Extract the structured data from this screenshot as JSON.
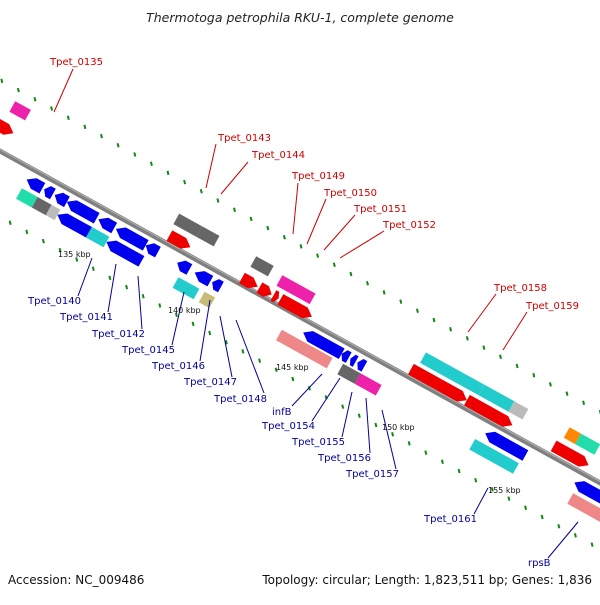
{
  "title": "Thermotoga petrophila RKU-1, complete genome",
  "footer": {
    "accession": "Accession: NC_009486",
    "summary": "Topology: circular; Length: 1,823,511 bp; Genes: 1,836"
  },
  "kbp_ticks": [
    "135 kbp",
    "140 kbp",
    "145 kbp",
    "150 kbp",
    "155 kbp"
  ],
  "upper_labels": [
    "Tpet_0135",
    "Tpet_0143",
    "Tpet_0144",
    "Tpet_0149",
    "Tpet_0150",
    "Tpet_0151",
    "Tpet_0152",
    "Tpet_0158",
    "Tpet_0159"
  ],
  "lower_labels": [
    "Tpet_0140",
    "Tpet_0141",
    "Tpet_0142",
    "Tpet_0145",
    "Tpet_0146",
    "Tpet_0147",
    "Tpet_0148",
    "infB",
    "Tpet_0154",
    "Tpet_0155",
    "Tpet_0156",
    "Tpet_0157",
    "Tpet_0161",
    "rpsB"
  ],
  "colors": {
    "upper_label": "#cc0000",
    "lower_label": "#000099",
    "backbone": "#808080",
    "red": "#ee0000",
    "magenta": "#ee22aa",
    "blue": "#0000ee",
    "cyan": "#22cccc",
    "grey": "#666666",
    "pink": "#ee8888",
    "orange": "#ff8800",
    "teal": "#22ddaa",
    "olive": "#c8bb77",
    "lightgrey": "#bbbbbb",
    "dot": "#118811"
  }
}
